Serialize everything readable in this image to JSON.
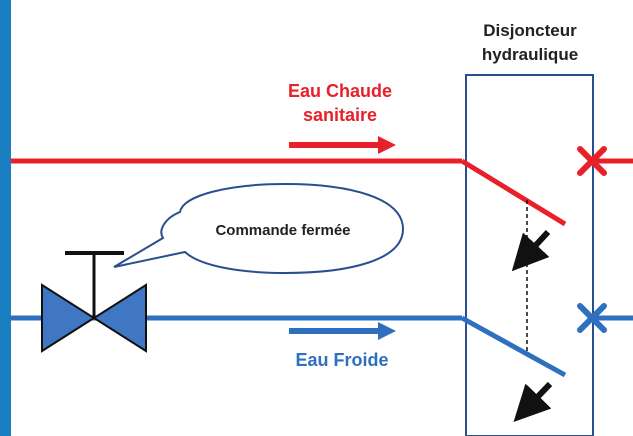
{
  "labels": {
    "breaker_title_line1": "Disjoncteur",
    "breaker_title_line2": "hydraulique",
    "hot_line1": "Eau Chaude",
    "hot_line2": "sanitaire",
    "cold": "Eau Froide",
    "command": "Commande fermée"
  },
  "colors": {
    "hot": "#e8202a",
    "cold": "#2e6fbf",
    "valve": "#3f77c4",
    "left_bar": "#1a7fc1",
    "box": "#2a4f8f",
    "arrow": "#111111",
    "text": "#222222"
  },
  "icons": {
    "valve": "gate-valve-icon",
    "hot_cut": "red-cross-icon",
    "cold_cut": "blue-cross-icon"
  }
}
